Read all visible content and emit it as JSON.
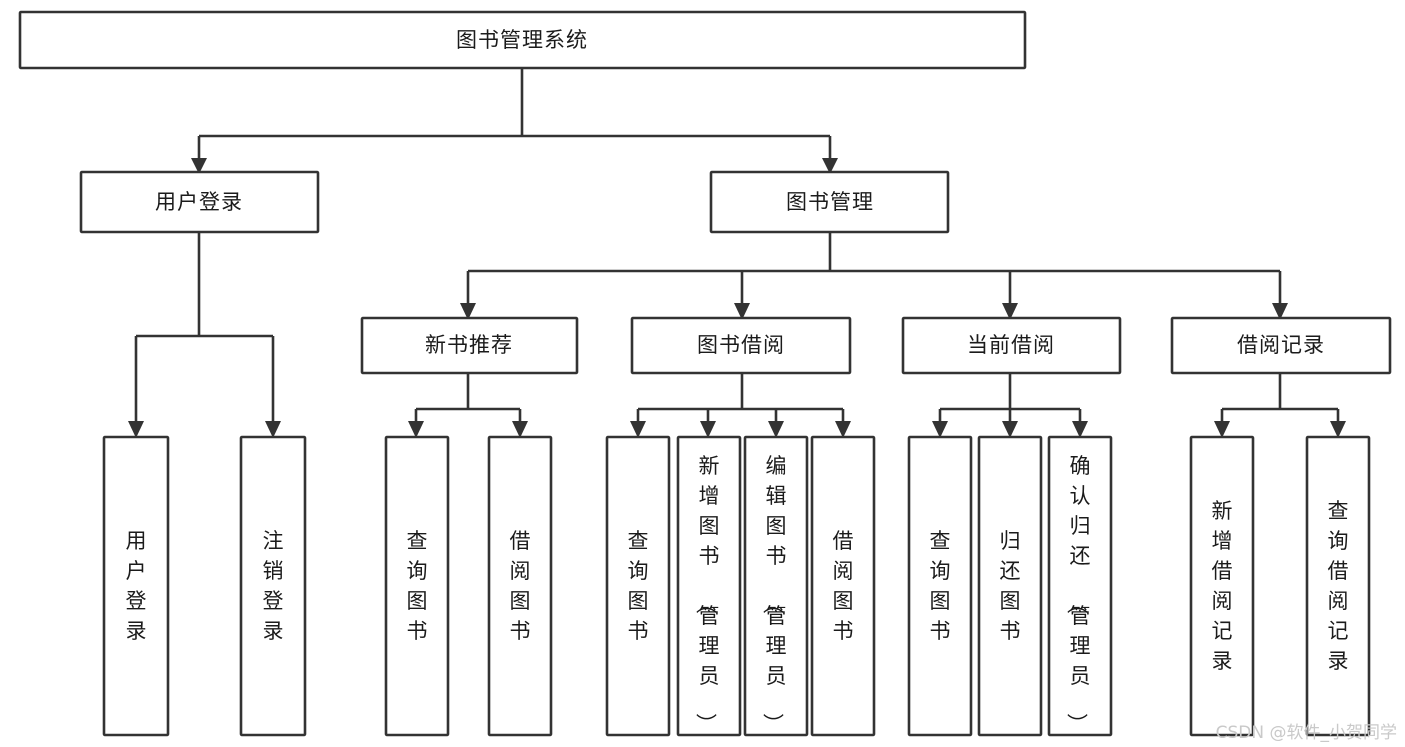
{
  "diagram": {
    "type": "tree-hierarchy",
    "title_node": {
      "id": "root",
      "label": "图书管理系统"
    },
    "level2": [
      {
        "id": "user-login",
        "label": "用户登录"
      },
      {
        "id": "book-manage",
        "label": "图书管理"
      }
    ],
    "level3": [
      {
        "id": "new-book-rec",
        "label": "新书推荐",
        "parent": "book-manage"
      },
      {
        "id": "book-borrow",
        "label": "图书借阅",
        "parent": "book-manage"
      },
      {
        "id": "current-borrow",
        "label": "当前借阅",
        "parent": "book-manage"
      },
      {
        "id": "borrow-record",
        "label": "借阅记录",
        "parent": "book-manage"
      }
    ],
    "leaves": [
      {
        "id": "leaf-user-login",
        "label": "用户登录",
        "parent": "user-login"
      },
      {
        "id": "leaf-logout",
        "label": "注销登录",
        "parent": "user-login"
      },
      {
        "id": "leaf-query-book-1",
        "label": "查询图书",
        "parent": "new-book-rec"
      },
      {
        "id": "leaf-borrow-book-1",
        "label": "借阅图书",
        "parent": "new-book-rec"
      },
      {
        "id": "leaf-query-book-2",
        "label": "查询图书",
        "parent": "book-borrow"
      },
      {
        "id": "leaf-add-book",
        "label": "新增图书（管理员）",
        "parent": "book-borrow"
      },
      {
        "id": "leaf-edit-book",
        "label": "编辑图书（管理员）",
        "parent": "book-borrow"
      },
      {
        "id": "leaf-borrow-book-2",
        "label": "借阅图书",
        "parent": "book-borrow"
      },
      {
        "id": "leaf-query-book-3",
        "label": "查询图书",
        "parent": "current-borrow"
      },
      {
        "id": "leaf-return-book",
        "label": "归还图书",
        "parent": "current-borrow"
      },
      {
        "id": "leaf-confirm-return",
        "label": "确认归还（管理员）",
        "parent": "current-borrow"
      },
      {
        "id": "leaf-add-record",
        "label": "新增借阅记录",
        "parent": "borrow-record"
      },
      {
        "id": "leaf-query-record",
        "label": "查询借阅记录",
        "parent": "borrow-record"
      }
    ],
    "colors": {
      "stroke": "#333333",
      "fill": "#ffffff",
      "text": "#1b1b1b",
      "watermark": "#c9c9c9"
    }
  },
  "watermark": {
    "text": "CSDN @软件_小贺同学"
  }
}
